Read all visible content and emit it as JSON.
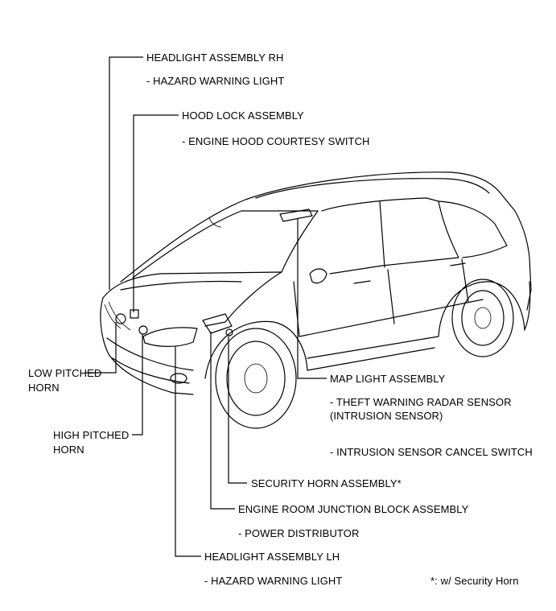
{
  "labels": {
    "headlight_rh": "HEADLIGHT ASSEMBLY RH",
    "headlight_rh_sub": "- HAZARD WARNING LIGHT",
    "hood_lock": "HOOD LOCK ASSEMBLY",
    "hood_lock_sub": "- ENGINE HOOD COURTESY SWITCH",
    "low_horn_1": "LOW PITCHED",
    "low_horn_2": "HORN",
    "high_horn_1": "HIGH PITCHED",
    "high_horn_2": "HORN",
    "map_light": "MAP LIGHT ASSEMBLY",
    "map_light_sub1a": "- THEFT WARNING RADAR SENSOR",
    "map_light_sub1b": "(INTRUSION SENSOR)",
    "map_light_sub2": "- INTRUSION SENSOR CANCEL SWITCH",
    "security_horn": "SECURITY HORN ASSEMBLY*",
    "junction_block": "ENGINE ROOM JUNCTION BLOCK ASSEMBLY",
    "junction_block_sub": "- POWER DISTRIBUTOR",
    "headlight_lh": "HEADLIGHT ASSEMBLY LH",
    "headlight_lh_sub": "- HAZARD WARNING LIGHT",
    "footnote": "*: w/ Security Horn"
  }
}
